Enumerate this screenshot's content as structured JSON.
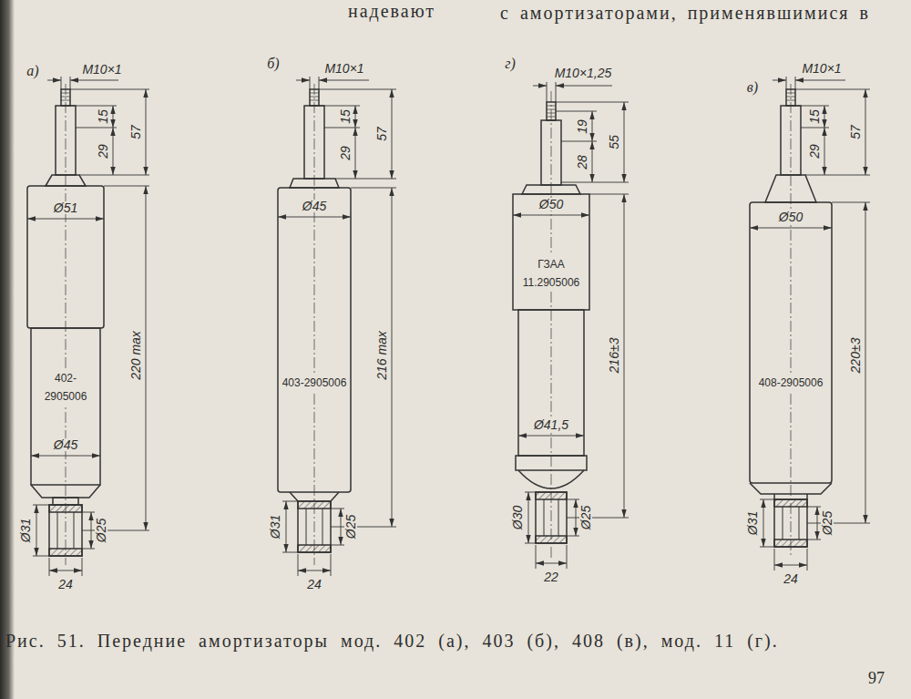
{
  "diagram": {
    "caption": "Рис. 51. Передние амортизаторы мод. 402 (а), 403 (б), 408 (в), мод. 11 (г).",
    "nodes": [
      {
        "text": [
          "402-2905006"
        ]
      },
      {
        "text": [
          "403-2905006"
        ]
      },
      {
        "text": [
          "ГЗАА 11.2905006"
        ]
      },
      {
        "text": [
          "408-2905006"
        ]
      }
    ],
    "labels": [
      "надевают",
      "с амортизаторами, применявшимися в",
      "а)",
      "M10×1",
      "15",
      "29",
      "57",
      "Ø51",
      "220 max",
      "Ø45",
      "Ø31",
      "Ø25",
      "24",
      "б)",
      "M10×1",
      "15",
      "29",
      "57",
      "Ø45",
      "216 max",
      "Ø31",
      "Ø25",
      "24",
      "г)",
      "M10×1,25",
      "19",
      "28",
      "55",
      "Ø50",
      "216±3",
      "Ø41,5",
      "Ø30",
      "Ø25",
      "22",
      "в)",
      "M10×1",
      "15",
      "29",
      "57",
      "Ø50",
      "220±3",
      "Ø31",
      "Ø25",
      "24",
      "97"
    ]
  }
}
